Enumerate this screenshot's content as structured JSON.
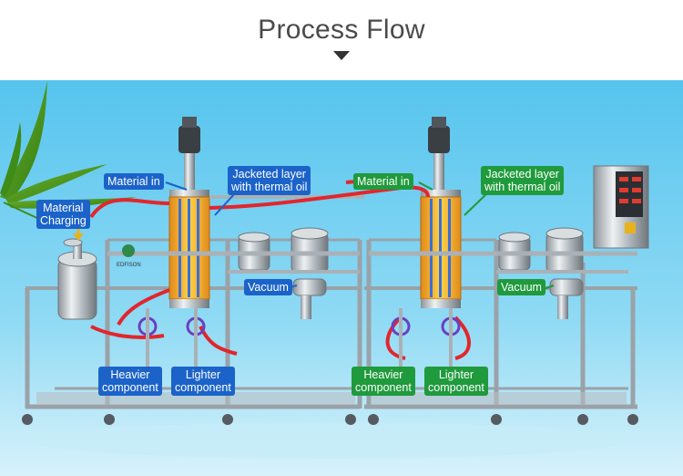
{
  "header": {
    "title": "Process Flow"
  },
  "colors": {
    "blue_label": "#1b63c9",
    "green_label": "#1f9a3c",
    "sky": "#5fc8ec",
    "pipe_red": "#e2262d"
  },
  "machine": {
    "badge": "EDFISON"
  },
  "left_unit": {
    "material_in": "Material in",
    "material_charging": [
      "Material",
      "Charging"
    ],
    "jacketed": [
      "Jacketed layer",
      "with thermal oil"
    ],
    "vacuum": "Vacuum",
    "heavier": [
      "Heavier",
      "component"
    ],
    "lighter": [
      "Lighter",
      "component"
    ]
  },
  "right_unit": {
    "material_in": "Material in",
    "jacketed": [
      "Jacketed layer",
      "with thermal oil"
    ],
    "vacuum": "Vacuum",
    "heavier": [
      "Heavier",
      "component"
    ],
    "lighter": [
      "Lighter",
      "component"
    ]
  }
}
